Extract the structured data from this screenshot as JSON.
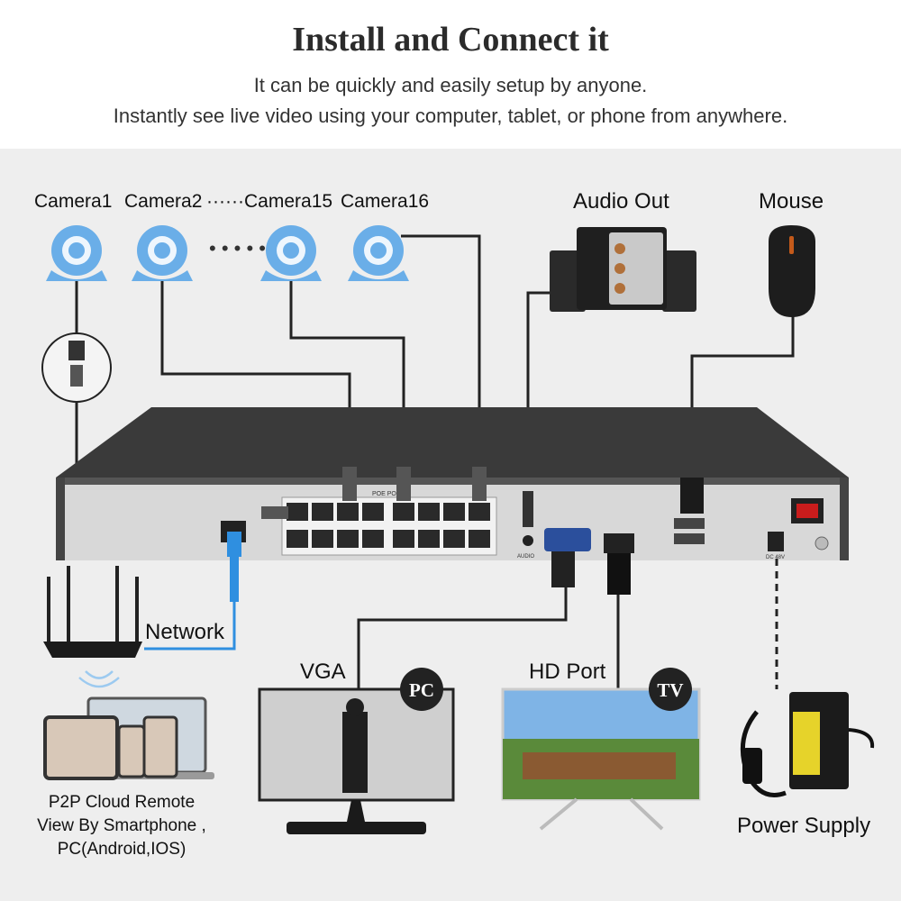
{
  "header": {
    "title": "Install and Connect it",
    "line1": "It can be quickly and easily setup by anyone.",
    "line2": "Instantly see live video using your computer, tablet, or phone from anywhere."
  },
  "cameras": {
    "cam1": "Camera1",
    "cam2": "Camera2",
    "dots": "······",
    "cam15": "Camera15",
    "cam16": "Camera16"
  },
  "devices": {
    "audio_out": "Audio Out",
    "mouse": "Mouse",
    "network": "Network",
    "vga": "VGA",
    "hd_port": "HD Port",
    "pc_badge": "PC",
    "tv_badge": "TV",
    "power_supply": "Power Supply"
  },
  "nvr": {
    "poe_label": "POE PORT",
    "audio_label": "AUDIO",
    "dc_label": "DC 48V"
  },
  "p2p": {
    "line1": "P2P Cloud Remote",
    "line2": "View By Smartphone ,",
    "line3": "PC(Android,IOS)"
  },
  "colors": {
    "camera_blue": "#6aaee8",
    "cable": "#222222",
    "network_cable": "#2f8fe0",
    "nvr_top": "#3a3a3a",
    "nvr_front": "#d8d8d8"
  }
}
